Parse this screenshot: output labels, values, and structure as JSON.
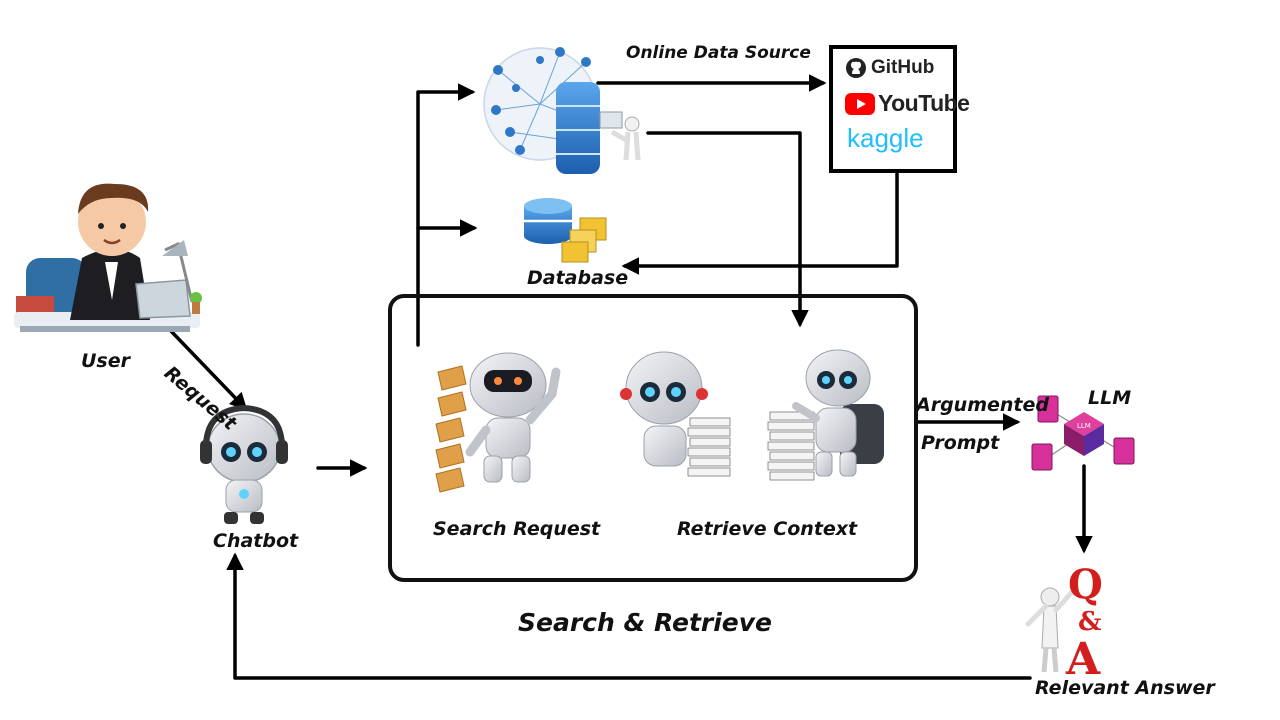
{
  "nodes": {
    "user": "User",
    "chatbot": "Chatbot",
    "online_data_source": "Online Data Source",
    "database": "Database",
    "search_request": "Search Request",
    "retrieve_context": "Retrieve Context",
    "group_title": "Search & Retrieve",
    "llm": "LLM",
    "relevant_answer": "Relevant Answer"
  },
  "edges": {
    "request": "Request",
    "augmented_line1": "Argumented",
    "augmented_line2": "Prompt"
  },
  "sources": [
    "GitHub",
    "YouTube",
    "kaggle"
  ],
  "qa_mark": [
    "Q",
    "&",
    "A"
  ],
  "llm_chip_text": "LLM",
  "colors": {
    "github": "#222222",
    "youtube_red": "#ff0000",
    "kaggle": "#20beff",
    "server_blue": "#2f78c8",
    "llm_magenta": "#c0208a",
    "qa_red": "#d41e1e",
    "line": "#000000"
  }
}
